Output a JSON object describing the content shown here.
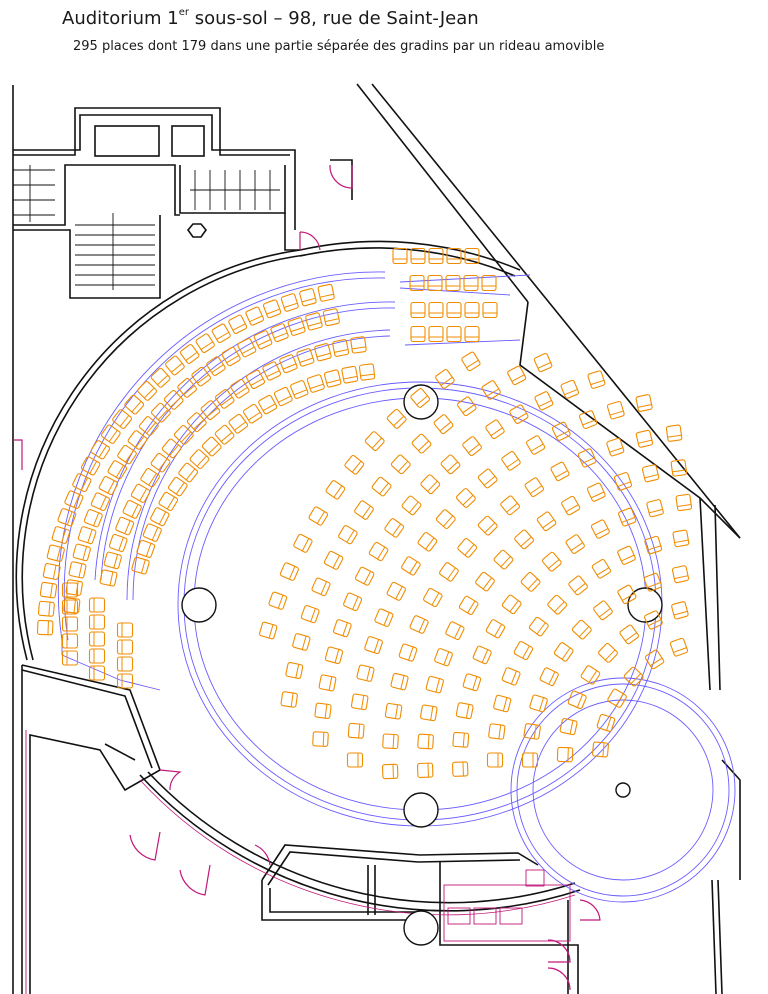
{
  "title": {
    "prefix": "Auditorium 1",
    "superscript": "er",
    "suffix": " sous-sol – 98, rue de Saint-Jean"
  },
  "subtitle": "295 places dont 179 dans une partie séparée des gradins par un rideau amovible",
  "colors": {
    "walls": "#111111",
    "seats": "#f08c00",
    "curtain": "#6a5cff",
    "doors": "#c2187a"
  }
}
